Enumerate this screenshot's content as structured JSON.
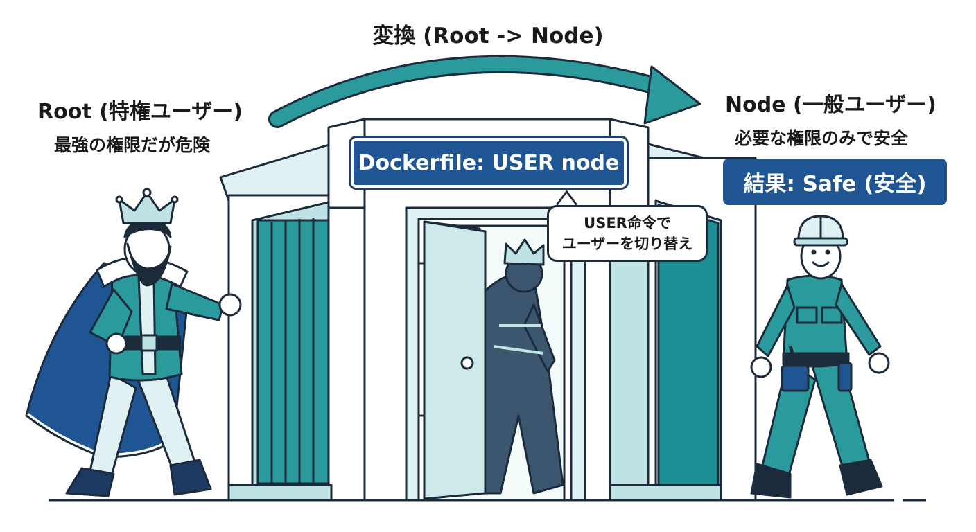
{
  "arrow_label": "変換 (Root -> Node)",
  "root": {
    "title": "Root (特権ユーザー)",
    "subtitle": "最強の権限だが危険"
  },
  "node": {
    "title": "Node (一般ユーザー)",
    "subtitle": "必要な権限のみで安全"
  },
  "sign": {
    "label": "Dockerfile: USER node"
  },
  "result": {
    "label": "結果: Safe (安全)"
  },
  "speech_bubble": {
    "line1": "USER命令で",
    "line2": "ユーザーを切り替え"
  },
  "colors": {
    "teal": "#2a9a9c",
    "light_teal": "#bfe3e4",
    "navy": "#1f5592",
    "dark_navy": "#1c2b3c",
    "shadow_figure": "#3d5670"
  },
  "icons": [
    "king-crown-icon",
    "hard-hat-icon",
    "tool-belt-icon",
    "curved-arrow-icon"
  ]
}
